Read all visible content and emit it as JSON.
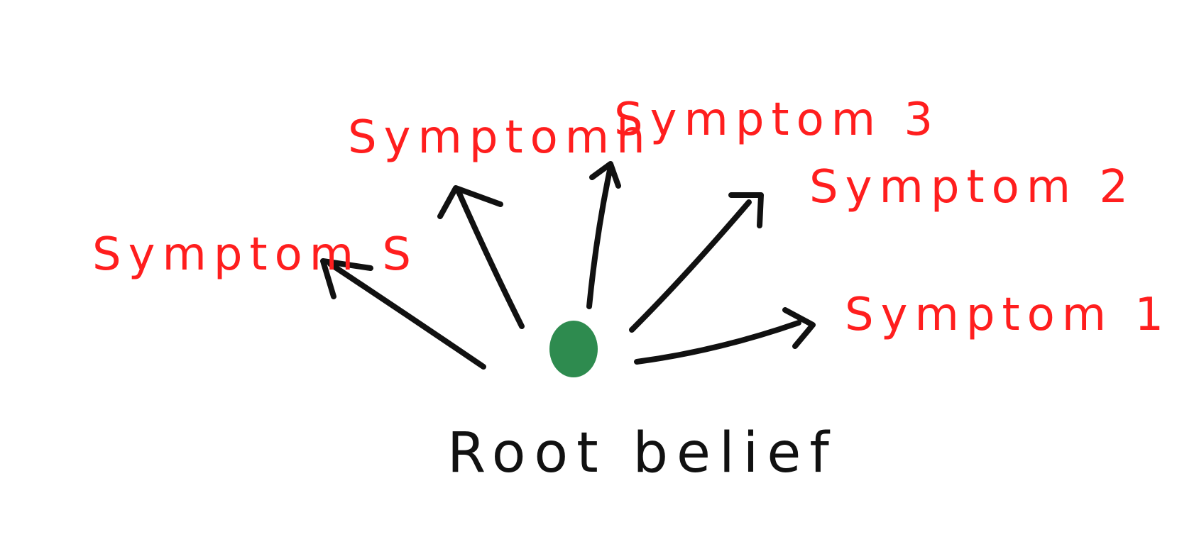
{
  "colors": {
    "symptom_text": "#ff1e1e",
    "arrow": "#111111",
    "root_dot": "#2e8b4f",
    "root_text": "#111111",
    "background": "#ffffff"
  },
  "root": {
    "label": "Root belief"
  },
  "symptoms": [
    {
      "label": "Symptom 1"
    },
    {
      "label": "Symptom 2"
    },
    {
      "label": "Symptom 3"
    },
    {
      "label": "Symptomh"
    },
    {
      "label": "Symptom S"
    }
  ]
}
